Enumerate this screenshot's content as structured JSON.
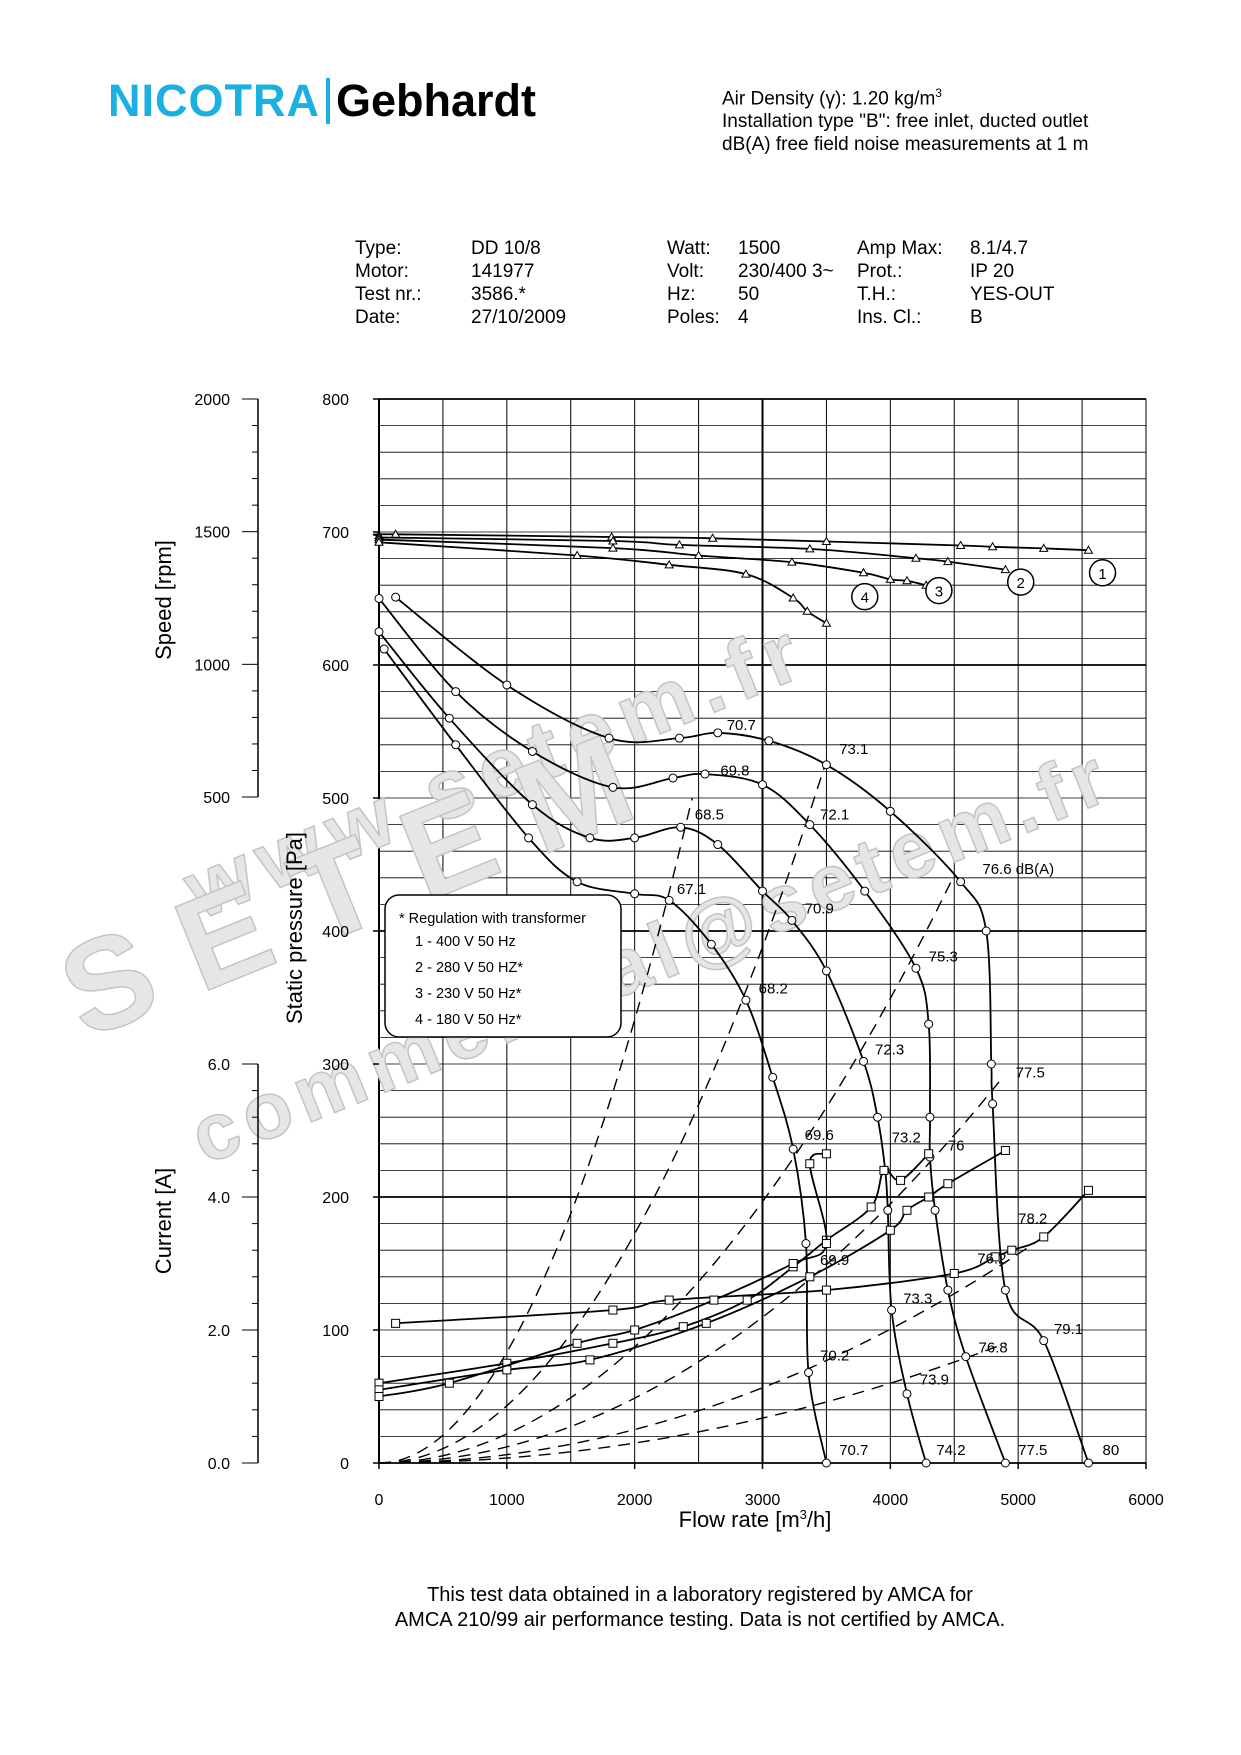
{
  "header": {
    "brand_left": "NICOTRA",
    "brand_right": "Gebhardt",
    "air_density_prefix": "Air Density (",
    "air_density_symbol": "γ",
    "air_density_value": "):  1.20 kg/m",
    "air_density_exp": "3",
    "installation": "Installation type \"B\": free inlet, ducted outlet",
    "noise": "dB(A)  free field noise measurements at 1 m"
  },
  "specs": {
    "type_label": "Type:",
    "type": "DD 10/8",
    "motor_label": "Motor:",
    "motor": "141977",
    "test_label": "Test nr.:",
    "test": "3586.*",
    "date_label": "Date:",
    "date": "27/10/2009",
    "watt_label": "Watt:",
    "watt": "1500",
    "volt_label": "Volt:",
    "volt": "230/400 3~",
    "hz_label": "Hz:",
    "hz": "50",
    "poles_label": "Poles:",
    "poles": "4",
    "amp_label": "Amp Max:",
    "amp": "8.1/4.7",
    "prot_label": "Prot.:",
    "prot": "IP 20",
    "th_label": "T.H.:",
    "th": "YES-OUT",
    "ins_label": "Ins. Cl.:",
    "ins": "B"
  },
  "legend_box": {
    "title": "* Regulation with transformer",
    "items": [
      "1 - 400 V 50 Hz",
      "2 - 280 V 50 HZ*",
      "3 - 230 V 50 Hz*",
      "4 - 180 V 50 Hz*"
    ]
  },
  "watermark": {
    "url": "www.setem.fr",
    "logo": "SETEM",
    "email": "commercial@setem.fr"
  },
  "footnote": {
    "line1": "This test data obtained in a laboratory registered by AMCA for",
    "line2": "AMCA 210/99 air performance testing. Data is not certified by AMCA."
  },
  "chart_data": {
    "type": "line",
    "xlabel": "Flow rate [m3/h]",
    "xlim": [
      0,
      6000
    ],
    "x_ticks": [
      0,
      1000,
      2000,
      3000,
      4000,
      5000,
      6000
    ],
    "axes": {
      "pressure": {
        "label": "Static pressure [Pa]",
        "ylim": [
          0,
          800
        ],
        "ticks": [
          0,
          100,
          200,
          300,
          400,
          500,
          600,
          700,
          800
        ]
      },
      "speed": {
        "label": "Speed [rpm]",
        "ylim": [
          500,
          2000
        ],
        "ticks": [
          500,
          1000,
          1500,
          2000
        ]
      },
      "current": {
        "label": "Current [A]",
        "ylim": [
          0,
          6
        ],
        "ticks": [
          "0.0",
          "2.0",
          "4.0",
          "6.0"
        ]
      }
    },
    "curve_labels": [
      "1",
      "2",
      "3",
      "4"
    ],
    "pressure_curves": [
      {
        "name": "1",
        "points": [
          [
            130,
            651
          ],
          [
            1000,
            585
          ],
          [
            1800,
            545
          ],
          [
            2350,
            545
          ],
          [
            2650,
            549
          ],
          [
            3050,
            543
          ],
          [
            3500,
            525
          ],
          [
            4000,
            490
          ],
          [
            4550,
            437
          ],
          [
            4750,
            400
          ],
          [
            4790,
            300
          ],
          [
            4800,
            270
          ],
          [
            4900,
            130
          ],
          [
            5200,
            92
          ],
          [
            5550,
            0
          ]
        ]
      },
      {
        "name": "2",
        "points": [
          [
            0,
            650
          ],
          [
            600,
            580
          ],
          [
            1200,
            535
          ],
          [
            1830,
            508
          ],
          [
            2300,
            515
          ],
          [
            2550,
            518
          ],
          [
            3000,
            510
          ],
          [
            3370,
            480
          ],
          [
            3800,
            430
          ],
          [
            4200,
            372
          ],
          [
            4300,
            330
          ],
          [
            4310,
            260
          ],
          [
            4310,
            230
          ],
          [
            4350,
            190
          ],
          [
            4450,
            130
          ],
          [
            4590,
            80
          ],
          [
            4900,
            0
          ]
        ]
      },
      {
        "name": "3",
        "points": [
          [
            0,
            625
          ],
          [
            550,
            560
          ],
          [
            1200,
            495
          ],
          [
            1650,
            470
          ],
          [
            2000,
            470
          ],
          [
            2360,
            478
          ],
          [
            2650,
            465
          ],
          [
            3000,
            430
          ],
          [
            3230,
            408
          ],
          [
            3500,
            370
          ],
          [
            3790,
            302
          ],
          [
            3900,
            260
          ],
          [
            3960,
            220
          ],
          [
            3980,
            190
          ],
          [
            4010,
            115
          ],
          [
            4130,
            52
          ],
          [
            4280,
            0
          ]
        ]
      },
      {
        "name": "4",
        "points": [
          [
            40,
            612
          ],
          [
            600,
            540
          ],
          [
            1170,
            470
          ],
          [
            1550,
            437
          ],
          [
            2000,
            428
          ],
          [
            2270,
            423
          ],
          [
            2600,
            390
          ],
          [
            2870,
            348
          ],
          [
            3080,
            290
          ],
          [
            3240,
            236
          ],
          [
            3340,
            165
          ],
          [
            3360,
            68
          ],
          [
            3500,
            0
          ]
        ]
      }
    ],
    "speed_curves": [
      {
        "name": "1",
        "points": [
          [
            0,
            1485
          ],
          [
            130,
            1490
          ],
          [
            1820,
            1480
          ],
          [
            2610,
            1475
          ],
          [
            3500,
            1463
          ],
          [
            4550,
            1448
          ],
          [
            4800,
            1443
          ],
          [
            5200,
            1437
          ],
          [
            5550,
            1430
          ]
        ]
      },
      {
        "name": "2",
        "points": [
          [
            0,
            1478
          ],
          [
            1830,
            1465
          ],
          [
            2350,
            1450
          ],
          [
            3370,
            1435
          ],
          [
            4200,
            1400
          ],
          [
            4450,
            1387
          ],
          [
            4900,
            1357
          ]
        ]
      },
      {
        "name": "3",
        "points": [
          [
            0,
            1470
          ],
          [
            1830,
            1438
          ],
          [
            2500,
            1410
          ],
          [
            3230,
            1385
          ],
          [
            3790,
            1345
          ],
          [
            4000,
            1320
          ],
          [
            4130,
            1315
          ],
          [
            4280,
            1298
          ]
        ]
      },
      {
        "name": "4",
        "points": [
          [
            0,
            1460
          ],
          [
            1550,
            1410
          ],
          [
            2270,
            1375
          ],
          [
            2870,
            1340
          ],
          [
            3240,
            1250
          ],
          [
            3350,
            1200
          ],
          [
            3500,
            1155
          ]
        ]
      }
    ],
    "current_curves": [
      {
        "name": "1",
        "points": [
          [
            130,
            2.1
          ],
          [
            1830,
            2.3
          ],
          [
            2270,
            2.45
          ],
          [
            3500,
            2.6
          ],
          [
            4500,
            2.85
          ],
          [
            4820,
            3.1
          ],
          [
            4950,
            3.2
          ],
          [
            5200,
            3.4
          ],
          [
            5550,
            4.1
          ]
        ]
      },
      {
        "name": "2",
        "points": [
          [
            0,
            1.2
          ],
          [
            1000,
            1.5
          ],
          [
            1830,
            1.8
          ],
          [
            2380,
            2.05
          ],
          [
            2880,
            2.45
          ],
          [
            3240,
            2.95
          ],
          [
            3500,
            3.35
          ],
          [
            3850,
            3.85
          ],
          [
            3950,
            4.4
          ],
          [
            4080,
            4.25
          ],
          [
            4300,
            4.65
          ]
        ]
      },
      {
        "name": "3",
        "points": [
          [
            0,
            1.1
          ],
          [
            1000,
            1.4
          ],
          [
            1650,
            1.55
          ],
          [
            2560,
            2.1
          ],
          [
            3370,
            2.8
          ],
          [
            4000,
            3.5
          ],
          [
            4130,
            3.8
          ],
          [
            4300,
            4.0
          ],
          [
            4450,
            4.2
          ],
          [
            4900,
            4.7
          ]
        ]
      },
      {
        "name": "4",
        "points": [
          [
            0,
            1.0
          ],
          [
            550,
            1.2
          ],
          [
            1550,
            1.8
          ],
          [
            2000,
            2.0
          ],
          [
            2620,
            2.45
          ],
          [
            3240,
            3.0
          ],
          [
            3500,
            3.3
          ],
          [
            3370,
            4.5
          ],
          [
            3500,
            4.65
          ]
        ]
      }
    ],
    "system_lines": [
      {
        "label": "",
        "to": [
          2450,
          500
        ]
      },
      {
        "label": "",
        "to": [
          3500,
          528
        ]
      },
      {
        "label": "",
        "to": [
          4500,
          442
        ]
      },
      {
        "label": "",
        "to": [
          4880,
          290
        ]
      },
      {
        "label": "",
        "to": [
          5200,
          170
        ]
      },
      {
        "label": "",
        "to": [
          4900,
          90
        ]
      }
    ],
    "noise_labels": [
      {
        "text": "70.7",
        "x": 2720,
        "y": 551
      },
      {
        "text": "73.1",
        "x": 3600,
        "y": 533
      },
      {
        "text": "69.8",
        "x": 2670,
        "y": 517
      },
      {
        "text": "68.5",
        "x": 2470,
        "y": 484
      },
      {
        "text": "72.1",
        "x": 3450,
        "y": 484
      },
      {
        "text": "76.6 dB(A)",
        "x": 4720,
        "y": 443
      },
      {
        "text": "67.1",
        "x": 2330,
        "y": 428
      },
      {
        "text": "70.9",
        "x": 3330,
        "y": 413
      },
      {
        "text": "75.3",
        "x": 4300,
        "y": 377
      },
      {
        "text": "68.2",
        "x": 2970,
        "y": 353
      },
      {
        "text": "72.3",
        "x": 3880,
        "y": 307
      },
      {
        "text": "77.5",
        "x": 4980,
        "y": 290
      },
      {
        "text": "69.6",
        "x": 3330,
        "y": 243
      },
      {
        "text": "73.2",
        "x": 4010,
        "y": 241
      },
      {
        "text": "76",
        "x": 4450,
        "y": 235
      },
      {
        "text": "78.2",
        "x": 5000,
        "y": 180
      },
      {
        "text": "69.9",
        "x": 3450,
        "y": 149
      },
      {
        "text": "76.2",
        "x": 4680,
        "y": 150
      },
      {
        "text": "73.3",
        "x": 4100,
        "y": 120
      },
      {
        "text": "79.1",
        "x": 5280,
        "y": 97
      },
      {
        "text": "76.8",
        "x": 4690,
        "y": 83
      },
      {
        "text": "70.2",
        "x": 3450,
        "y": 77
      },
      {
        "text": "73.9",
        "x": 4230,
        "y": 59
      },
      {
        "text": "70.7",
        "x": 3600,
        "y": 6
      },
      {
        "text": "74.2",
        "x": 4360,
        "y": 6
      },
      {
        "text": "77.5",
        "x": 5000,
        "y": 6
      },
      {
        "text": "80",
        "x": 5660,
        "y": 6
      }
    ]
  }
}
